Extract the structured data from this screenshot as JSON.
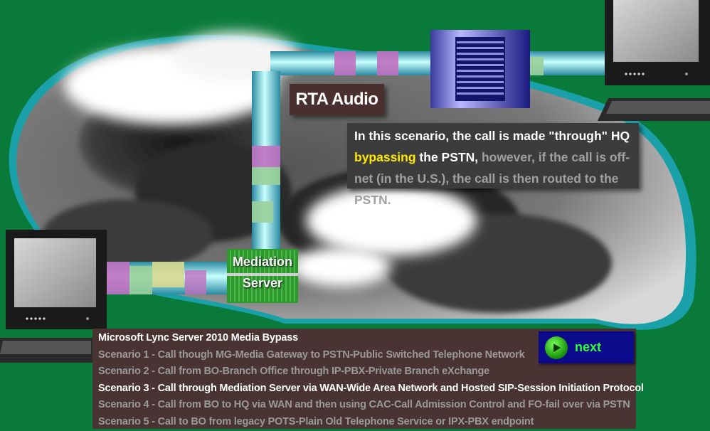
{
  "scene": {
    "title": "RTA Audio",
    "description": {
      "part1": "In this scenario, the call is made \"through\" HQ",
      "highlight": "bypassing",
      "part2": " the PSTN,",
      "part3": " however, if the call is off-net (in the U.S.), the call is then routed to the PSTN."
    },
    "mediation_server": {
      "line1": "Mediation",
      "line2": "Server"
    }
  },
  "menu": {
    "heading": "Microsoft Lync Server 2010 Media Bypass",
    "items": [
      {
        "label": "Scenario 1 - Call though MG-Media Gateway to PSTN-Public Switched Telephone Network",
        "active": false
      },
      {
        "label": "Scenario 2 - Call from BO-Branch Office through IP-PBX-Private Branch eXchange",
        "active": false
      },
      {
        "label": "Scenario 3 - Call through Mediation Server via WAN-Wide Area Network and Hosted SIP-Session Initiation Protocol",
        "active": true
      },
      {
        "label": "Scenario 4 - Call from BO to HQ via WAN and then using CAC-Call Admission Control and FO-fail over via PSTN",
        "active": false
      },
      {
        "label": "Scenario 5 - Call to BO from legacy POTS-Plain Old Telephone Service or IPX-PBX endpoint",
        "active": false
      }
    ],
    "next_label": "next"
  },
  "colors": {
    "background": "#0a7a3a",
    "title_bg": "#4a2f2f",
    "desc_bg": "#3c3c3c",
    "highlight": "#ffe800",
    "menu_bg": "#4a3333",
    "next_bg": "#0a0a8a",
    "next_text": "#30ff30"
  }
}
